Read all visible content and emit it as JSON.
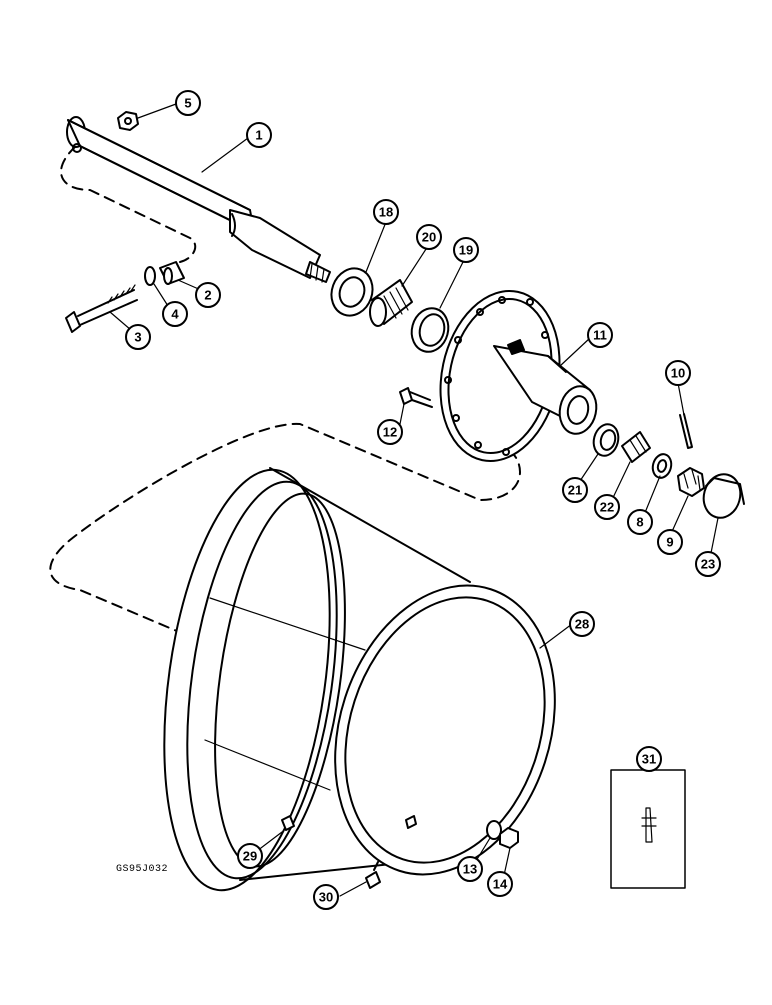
{
  "diagram": {
    "reference_code": "GS95J032",
    "callouts": [
      {
        "id": "callout-1",
        "label": "1",
        "part": "axle-shaft"
      },
      {
        "id": "callout-2",
        "label": "2",
        "part": "spacer"
      },
      {
        "id": "callout-3",
        "label": "3",
        "part": "bolt"
      },
      {
        "id": "callout-4",
        "label": "4",
        "part": "washer"
      },
      {
        "id": "callout-5",
        "label": "5",
        "part": "nut"
      },
      {
        "id": "callout-8",
        "label": "8",
        "part": "washer"
      },
      {
        "id": "callout-9",
        "label": "9",
        "part": "castle-nut"
      },
      {
        "id": "callout-10",
        "label": "10",
        "part": "cotter-pin"
      },
      {
        "id": "callout-11",
        "label": "11",
        "part": "wheel-hub"
      },
      {
        "id": "callout-12",
        "label": "12",
        "part": "stud"
      },
      {
        "id": "callout-13",
        "label": "13",
        "part": "washer"
      },
      {
        "id": "callout-14",
        "label": "14",
        "part": "nut"
      },
      {
        "id": "callout-18",
        "label": "18",
        "part": "seal"
      },
      {
        "id": "callout-19",
        "label": "19",
        "part": "bearing-cup"
      },
      {
        "id": "callout-20",
        "label": "20",
        "part": "bearing-cone"
      },
      {
        "id": "callout-21",
        "label": "21",
        "part": "bearing-cup"
      },
      {
        "id": "callout-22",
        "label": "22",
        "part": "bearing-cone"
      },
      {
        "id": "callout-23",
        "label": "23",
        "part": "hub-cap"
      },
      {
        "id": "callout-28",
        "label": "28",
        "part": "wheel-rim"
      },
      {
        "id": "callout-29",
        "label": "29",
        "part": "plug"
      },
      {
        "id": "callout-30",
        "label": "30",
        "part": "bolt"
      },
      {
        "id": "callout-31",
        "label": "31",
        "part": "valve-stem"
      }
    ]
  }
}
